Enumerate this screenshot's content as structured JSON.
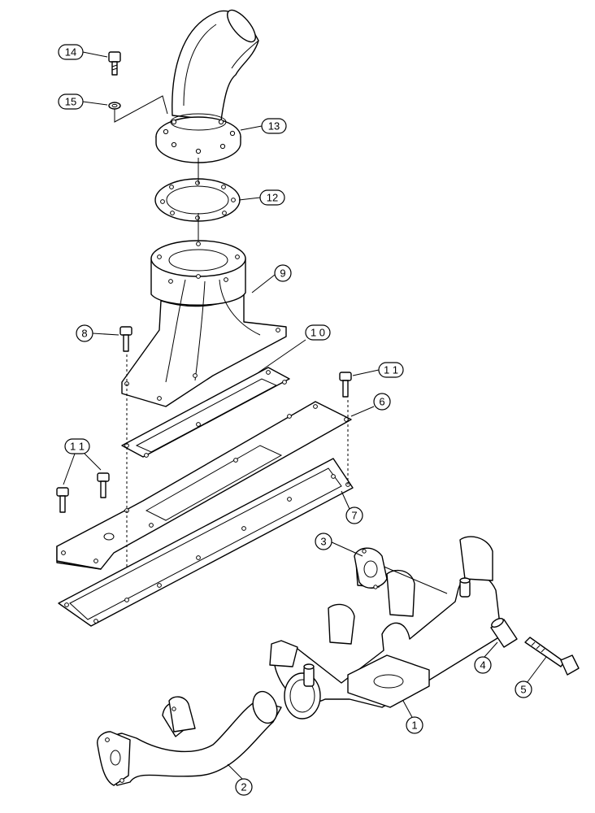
{
  "callouts": {
    "c1": "1",
    "c2": "2",
    "c3": "3",
    "c4": "4",
    "c5": "5",
    "c6": "6",
    "c7": "7",
    "c8": "8",
    "c9": "9",
    "c10": "1 0",
    "c11a": "1 1",
    "c11b": "1 1",
    "c12": "12",
    "c13": "13",
    "c14": "14",
    "c15": "15"
  }
}
